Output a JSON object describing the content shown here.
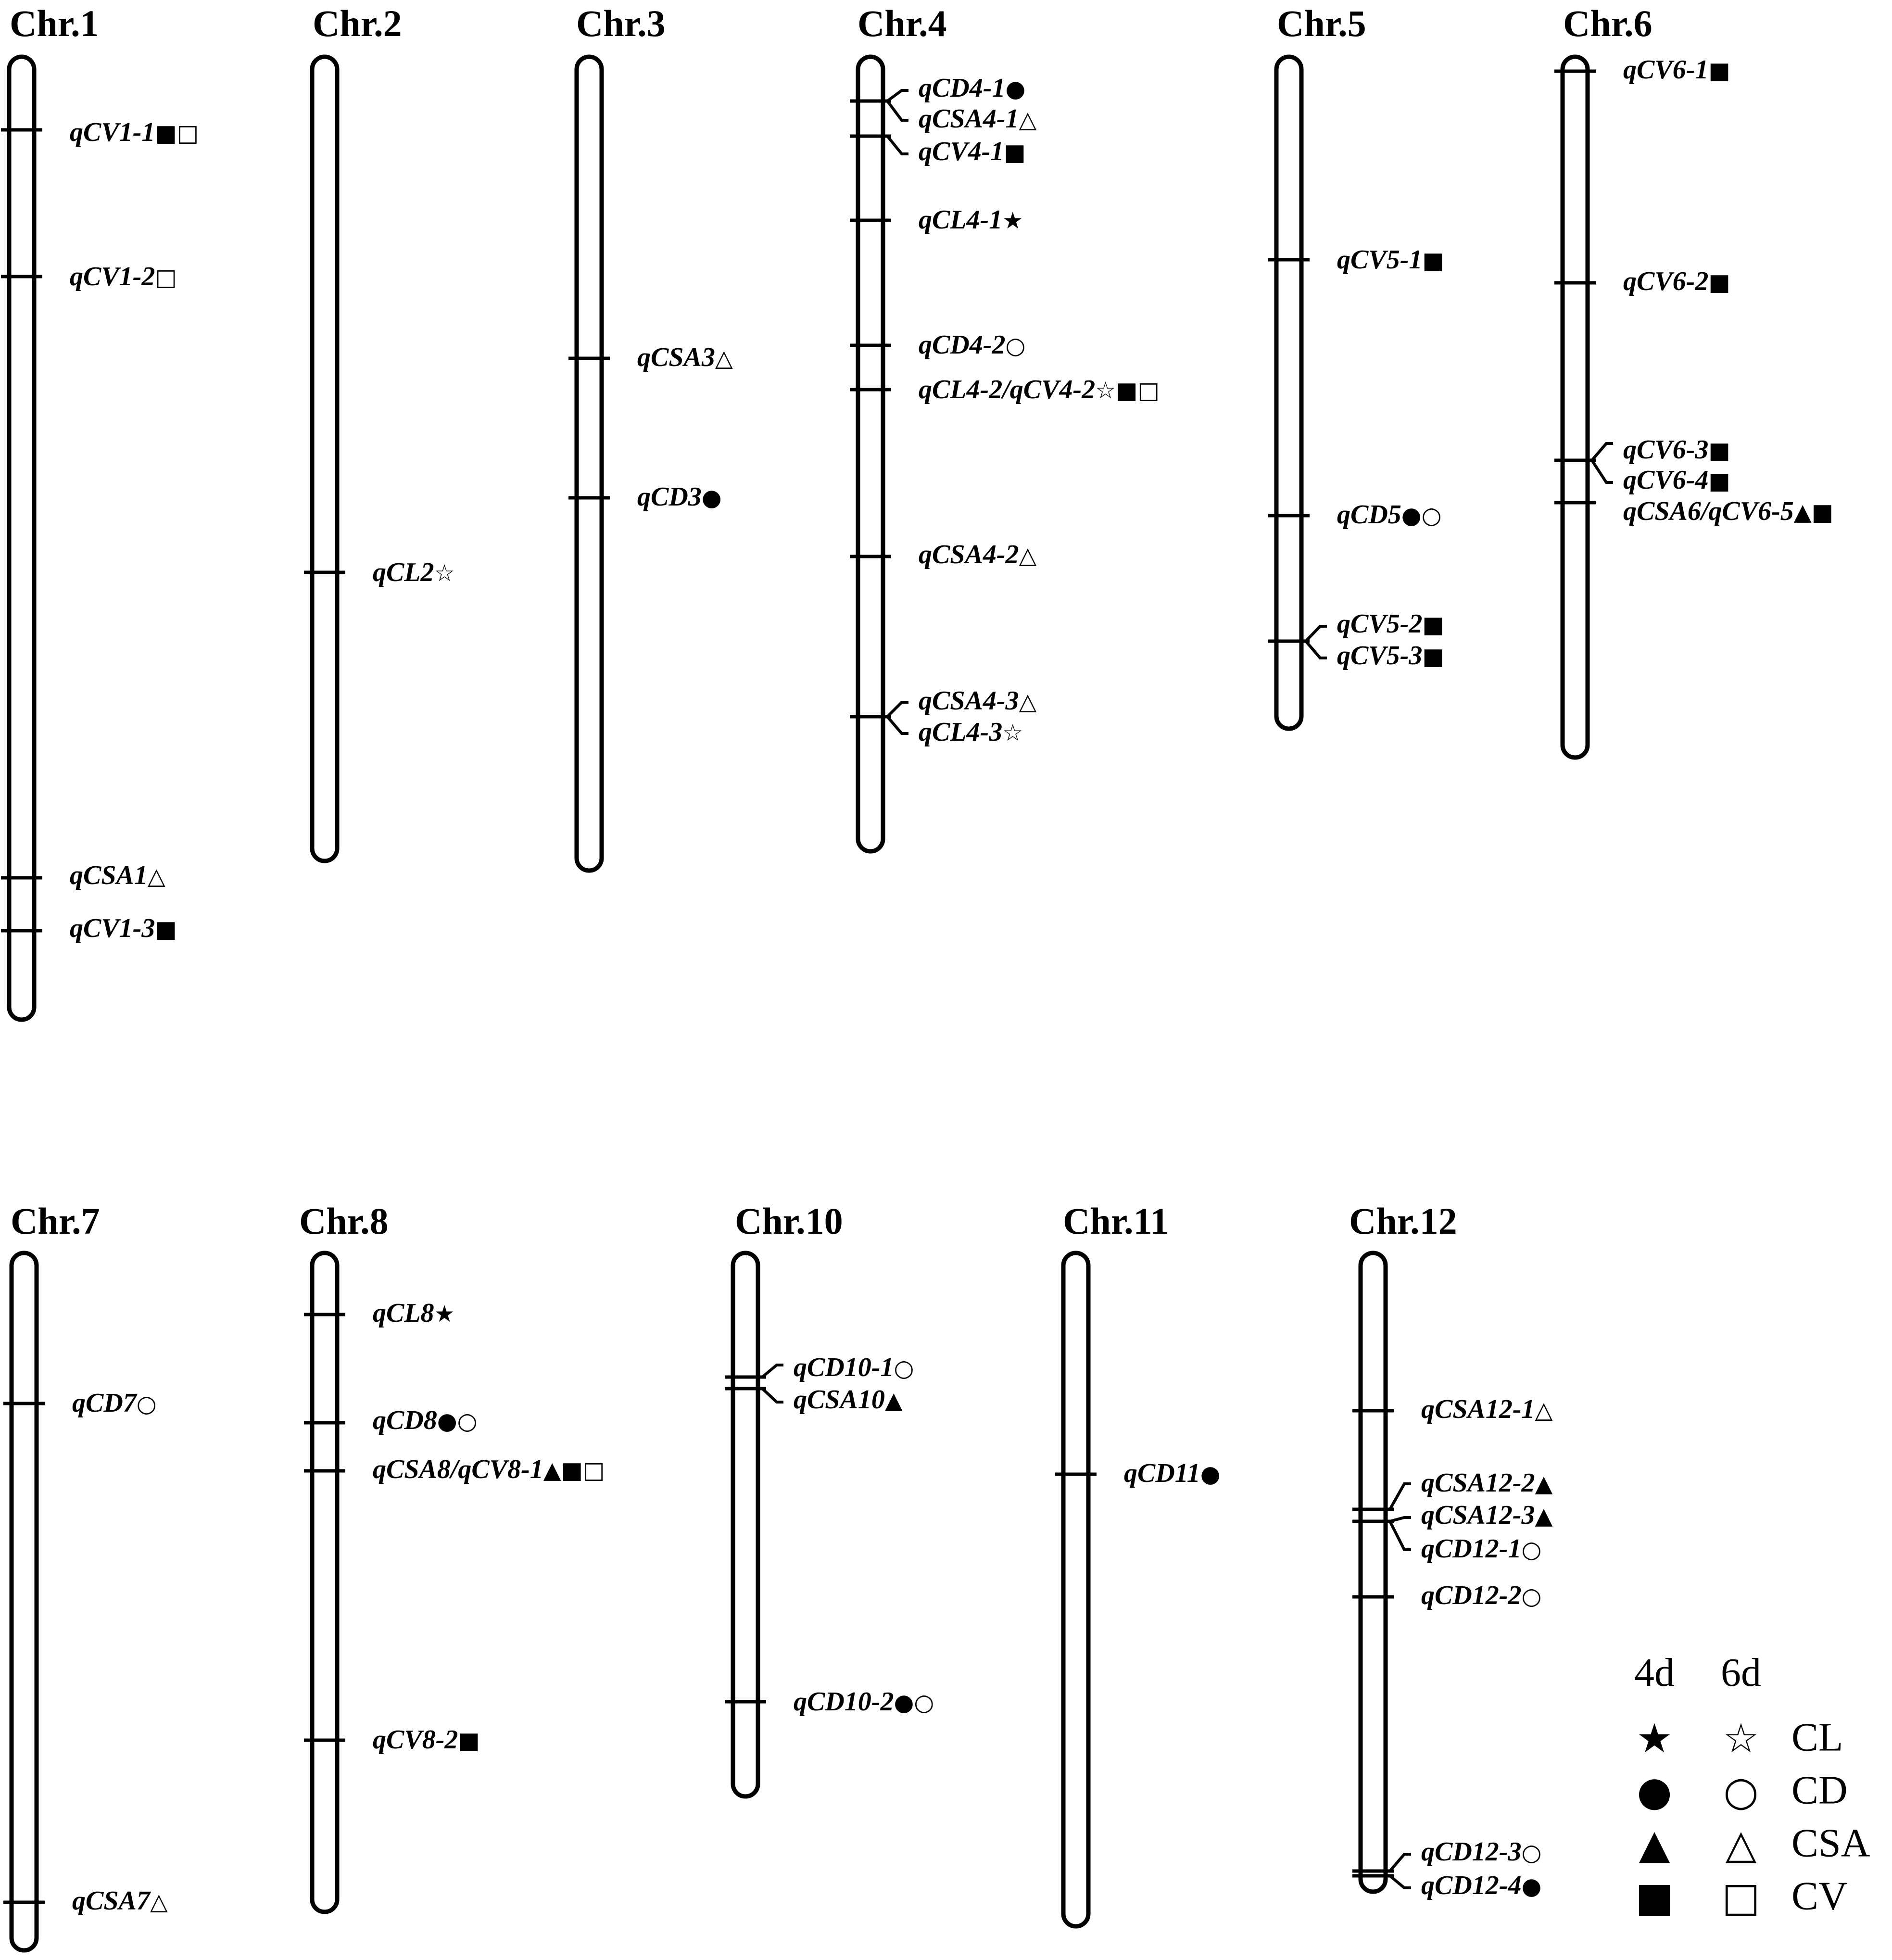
{
  "colors": {
    "ink": "#000000",
    "background": "#ffffff"
  },
  "symbols": {
    "CL": {
      "4d": "★",
      "6d": "☆"
    },
    "CD": {
      "4d": "●",
      "6d": "○"
    },
    "CSA": {
      "4d": "▲",
      "6d": "△"
    },
    "CV": {
      "4d": "■",
      "6d": "□"
    }
  },
  "chromosomes": [
    {
      "name": "Chr.1",
      "qtls": [
        {
          "name": "qCV1-1",
          "symbols": "■□"
        },
        {
          "name": "qCV1-2",
          "symbols": "□"
        },
        {
          "name": "qCSA1",
          "symbols": "△"
        },
        {
          "name": "qCV1-3",
          "symbols": "■"
        }
      ]
    },
    {
      "name": "Chr.2",
      "qtls": [
        {
          "name": "qCL2",
          "symbols": "☆"
        }
      ]
    },
    {
      "name": "Chr.3",
      "qtls": [
        {
          "name": "qCSA3",
          "symbols": "△"
        },
        {
          "name": "qCD3",
          "symbols": "●"
        }
      ]
    },
    {
      "name": "Chr.4",
      "qtls": [
        {
          "name": "qCD4-1",
          "symbols": "●"
        },
        {
          "name": "qCSA4-1",
          "symbols": "△"
        },
        {
          "name": "qCV4-1",
          "symbols": "■"
        },
        {
          "name": "qCL4-1",
          "symbols": "★"
        },
        {
          "name": "qCD4-2",
          "symbols": "○"
        },
        {
          "name": "qCL4-2/qCV4-2",
          "symbols": "☆■□"
        },
        {
          "name": "qCSA4-2",
          "symbols": "△"
        },
        {
          "name": "qCSA4-3",
          "symbols": "△"
        },
        {
          "name": "qCL4-3",
          "symbols": "☆"
        }
      ]
    },
    {
      "name": "Chr.5",
      "qtls": [
        {
          "name": "qCV5-1",
          "symbols": "■"
        },
        {
          "name": "qCD5",
          "symbols": "●○"
        },
        {
          "name": "qCV5-2",
          "symbols": "■"
        },
        {
          "name": "qCV5-3",
          "symbols": "■"
        }
      ]
    },
    {
      "name": "Chr.6",
      "qtls": [
        {
          "name": "qCV6-1",
          "symbols": "■"
        },
        {
          "name": "qCV6-2",
          "symbols": "■"
        },
        {
          "name": "qCV6-3",
          "symbols": "■"
        },
        {
          "name": "qCV6-4",
          "symbols": "■"
        },
        {
          "name": "qCSA6/qCV6-5",
          "symbols": "▲■"
        }
      ]
    },
    {
      "name": "Chr.7",
      "qtls": [
        {
          "name": "qCD7",
          "symbols": "○"
        },
        {
          "name": "qCSA7",
          "symbols": "△"
        }
      ]
    },
    {
      "name": "Chr.8",
      "qtls": [
        {
          "name": "qCL8",
          "symbols": "★"
        },
        {
          "name": "qCD8",
          "symbols": "●○"
        },
        {
          "name": "qCSA8/qCV8-1",
          "symbols": "▲■□"
        },
        {
          "name": "qCV8-2",
          "symbols": "■"
        }
      ]
    },
    {
      "name": "Chr.10",
      "qtls": [
        {
          "name": "qCD10-1",
          "symbols": "○"
        },
        {
          "name": "qCSA10",
          "symbols": "▲"
        },
        {
          "name": "qCD10-2",
          "symbols": "●○"
        }
      ]
    },
    {
      "name": "Chr.11",
      "qtls": [
        {
          "name": "qCD11",
          "symbols": "●"
        }
      ]
    },
    {
      "name": "Chr.12",
      "qtls": [
        {
          "name": "qCSA12-1",
          "symbols": "△"
        },
        {
          "name": "qCSA12-2",
          "symbols": "▲"
        },
        {
          "name": "qCSA12-3",
          "symbols": "▲"
        },
        {
          "name": "qCD12-1",
          "symbols": "○"
        },
        {
          "name": "qCD12-2",
          "symbols": "○"
        },
        {
          "name": "qCD12-3",
          "symbols": "○"
        },
        {
          "name": "qCD12-4",
          "symbols": "●"
        }
      ]
    }
  ],
  "legend": {
    "headers": [
      "4d",
      "6d"
    ],
    "rows": [
      {
        "label": "CL",
        "filled": "★",
        "open": "☆"
      },
      {
        "label": "CD",
        "filled": "●",
        "open": "○"
      },
      {
        "label": "CSA",
        "filled": "▲",
        "open": "△"
      },
      {
        "label": "CV",
        "filled": "■",
        "open": "□"
      }
    ]
  }
}
